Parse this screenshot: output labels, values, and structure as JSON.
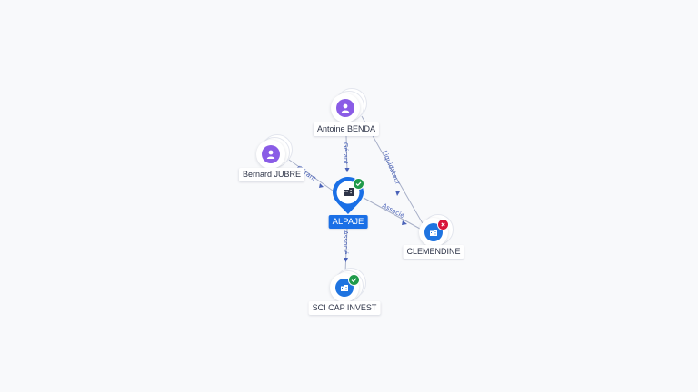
{
  "colors": {
    "person": "#8a5ce6",
    "company": "#1f74e0",
    "primary": "#1a6fe6",
    "active_badge": "#1f9a4a",
    "closed_badge": "#d8143a",
    "edge": "#a8b0c8",
    "edge_label": "#4a62b8"
  },
  "nodes": {
    "antoine": {
      "label": "Antoine BENDA",
      "icon": "person-icon"
    },
    "bernard": {
      "label": "Bernard JUBRE",
      "icon": "person-icon"
    },
    "alpaje": {
      "label": "ALPAJE",
      "icon": "company-icon",
      "status": "active"
    },
    "clemendine": {
      "label": "CLEMENDINE",
      "icon": "company-icon",
      "status": "closed"
    },
    "scicap": {
      "label": "SCI CAP INVEST",
      "icon": "company-icon",
      "status": "active"
    }
  },
  "edges": {
    "antoine_alpaje": "Gérant",
    "bernard_alpaje": "Gérant",
    "antoine_clemendine": "Liquidateur",
    "alpaje_clemendine": "Associé",
    "alpaje_scicap": "Associé"
  }
}
